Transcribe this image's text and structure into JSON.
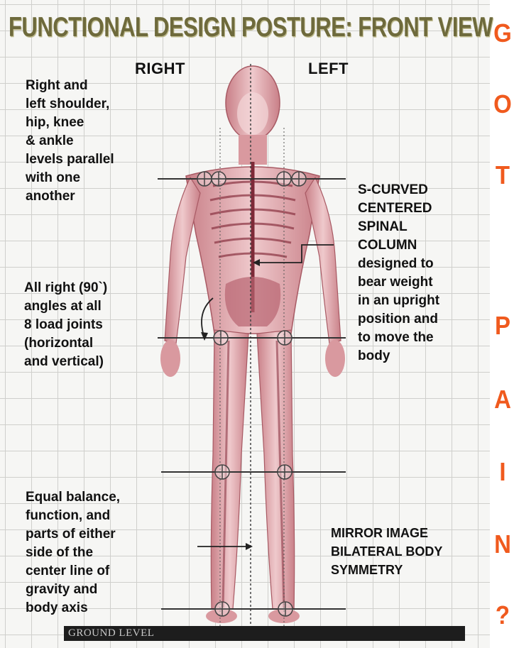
{
  "title": "FUNCTIONAL DESIGN POSTURE: FRONT VIEW",
  "side_labels": {
    "right": "RIGHT",
    "left": "LEFT"
  },
  "notes": {
    "shoulder": [
      "Right and",
      "left shoulder,",
      "hip, knee",
      "& ankle",
      "levels parallel",
      "with one",
      "another"
    ],
    "angles": [
      "All right (90`)",
      "angles at all",
      "8 load joints",
      "(horizontal",
      "and vertical)"
    ],
    "spine": [
      "S-CURVED",
      "CENTERED",
      "SPINAL",
      "COLUMN",
      "designed to",
      "bear weight",
      "in an upright",
      "position and",
      "to move the",
      "body"
    ],
    "balance": [
      "Equal balance,",
      "function, and",
      "parts of either",
      "side of the",
      "center line of",
      "gravity and",
      "body axis"
    ],
    "mirror": [
      "MIRROR IMAGE",
      "BILATERAL BODY",
      "SYMMETRY"
    ]
  },
  "side_word": [
    "G",
    "O",
    "T",
    "P",
    "A",
    "I",
    "N",
    "?"
  ],
  "ground_label": "GROUND LEVEL",
  "colors": {
    "title": "#6e6a3c",
    "side_word": "#f05a1e",
    "body": "#d9a3a8",
    "muscle": "#b85a68",
    "ground": "#1d1d1d"
  }
}
